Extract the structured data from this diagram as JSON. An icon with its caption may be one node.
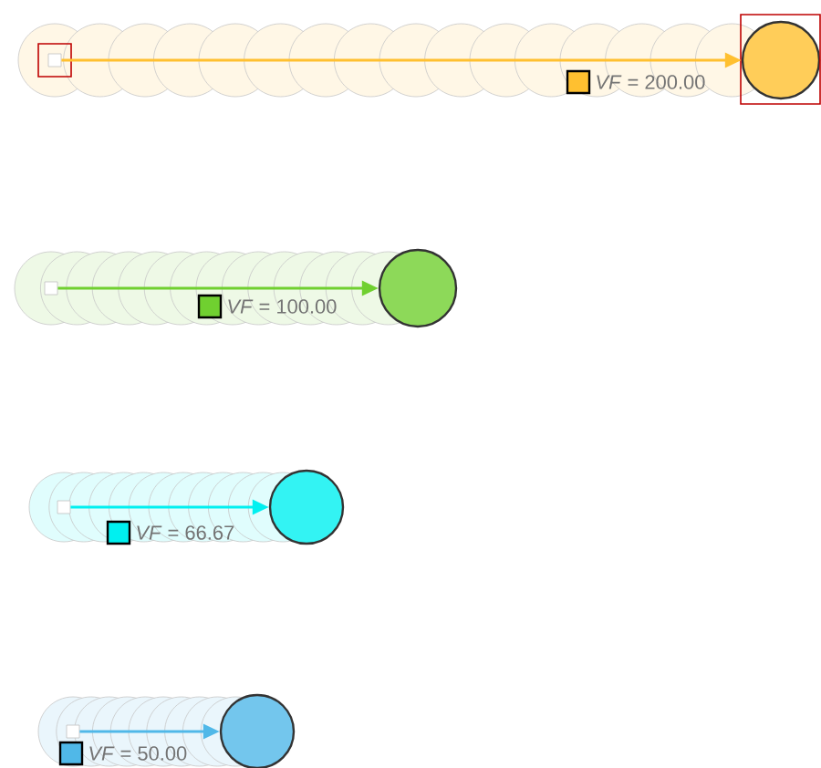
{
  "diagram": {
    "nodes": [
      {
        "text": [],
        "shape": "box"
      },
      {
        "text": [],
        "shape": "circle"
      },
      {
        "text": [],
        "shape": "box"
      },
      {
        "text": [],
        "shape": "circle"
      },
      {
        "text": [],
        "shape": "box"
      },
      {
        "text": [],
        "shape": "circle"
      },
      {
        "text": [],
        "shape": "box"
      },
      {
        "text": [],
        "shape": "circle"
      }
    ],
    "edges": [
      {
        "from": 0,
        "to": 1,
        "arrow": "to",
        "color": "#ffc030"
      },
      {
        "from": 2,
        "to": 3,
        "arrow": "to",
        "color": "#70d030"
      },
      {
        "from": 4,
        "to": 5,
        "arrow": "to",
        "color": "#00f0f0"
      },
      {
        "from": 6,
        "to": 7,
        "arrow": "to",
        "color": "#50b8e8"
      }
    ],
    "legend": [
      {
        "text": "*VF* = 200.00",
        "color": "#ffc030"
      },
      {
        "text": "*VF* = 100.00",
        "color": "#70d030"
      },
      {
        "text": "*VF* = 66.67",
        "color": "#00f0f0"
      },
      {
        "text": "*VF* = 50.00",
        "color": "#50b8e8"
      }
    ]
  }
}
